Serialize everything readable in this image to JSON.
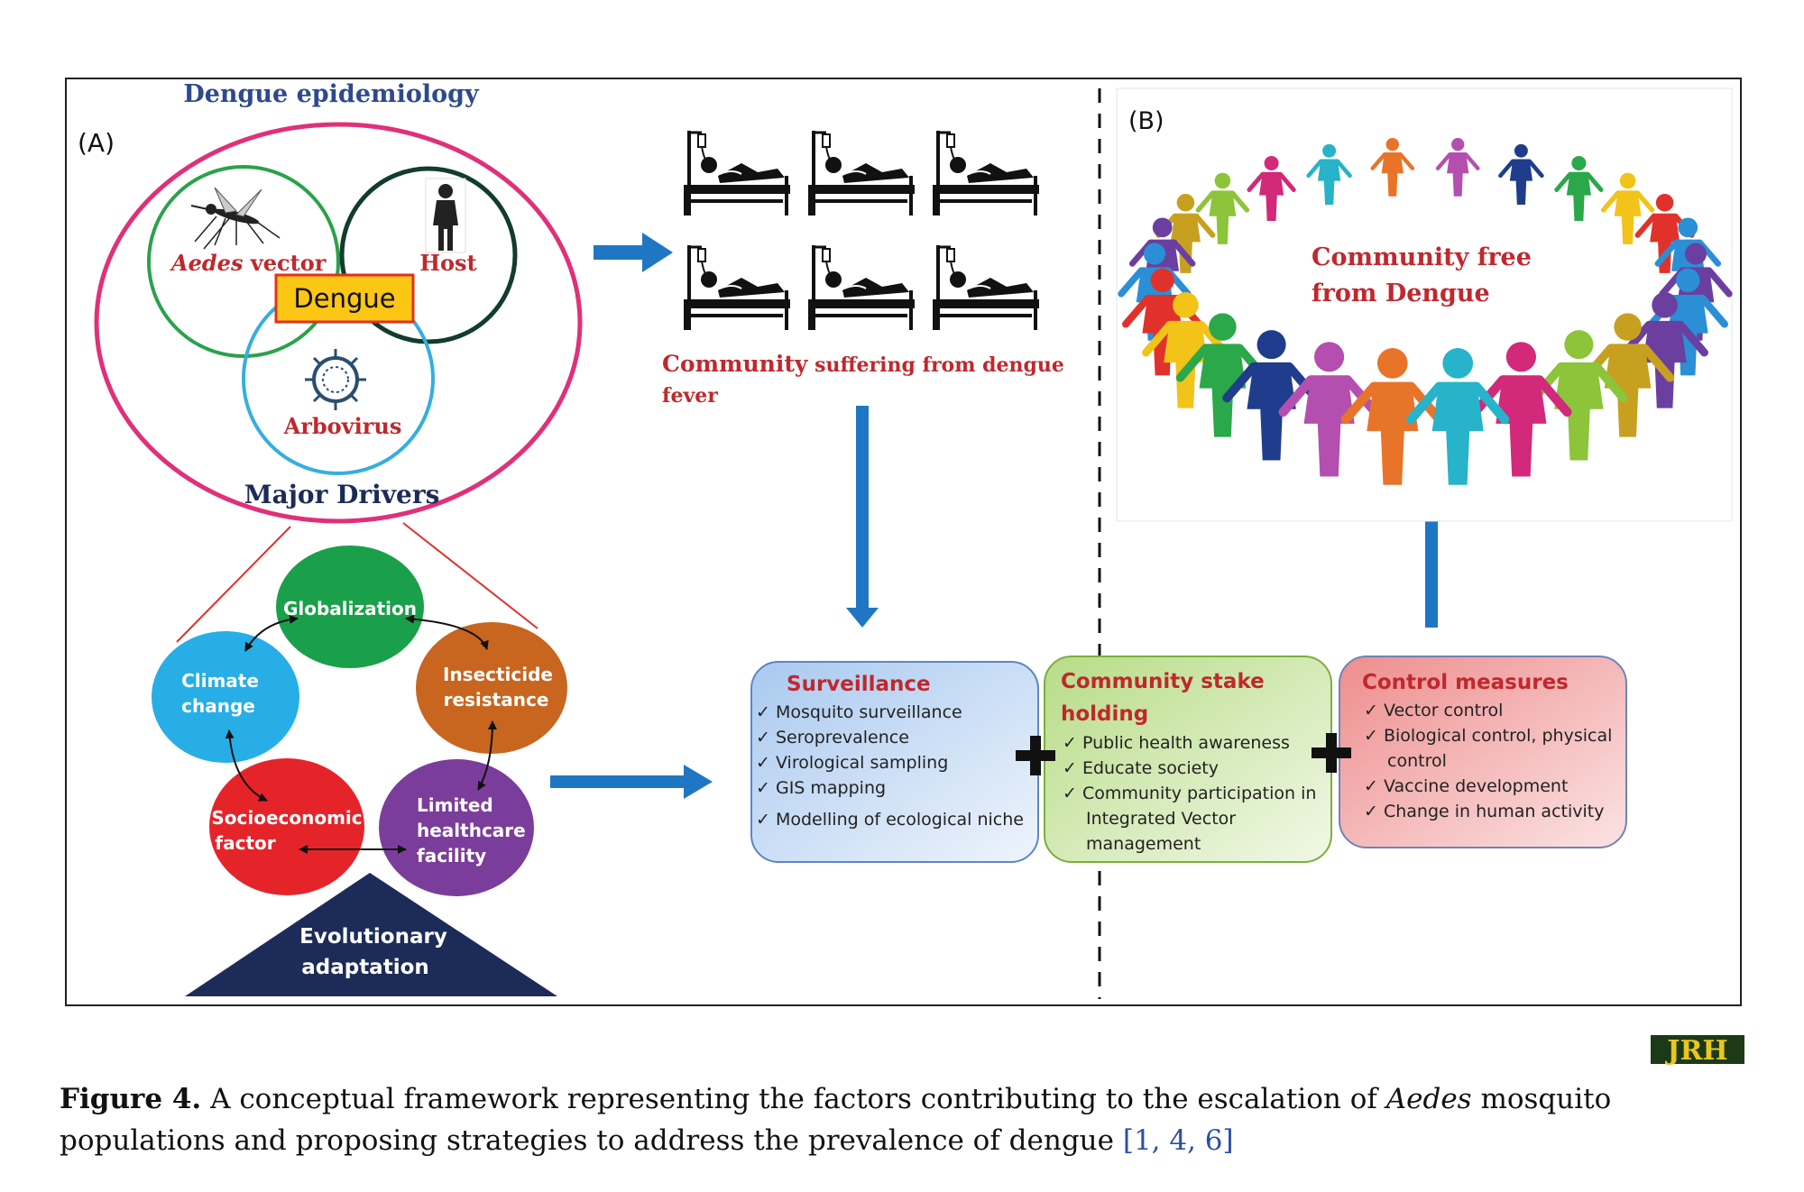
{
  "panel_a": {
    "label": "(A)",
    "epidemiology_title": "Dengue epidemiology",
    "vector_label_italic": "Aedes",
    "vector_label_rest": " vector",
    "host_label": "Host",
    "virus_label": "Arbovirus",
    "center_label": "Dengue",
    "drivers_title": "Major Drivers",
    "drivers": {
      "globalization": "Globalization",
      "climate_1": "Climate",
      "climate_2": "change",
      "insecticide_1": "Insecticide",
      "insecticide_2": "resistance",
      "socio_1": "Socioeconomic",
      "socio_2": "factor",
      "health_1": "Limited",
      "health_2": "healthcare",
      "health_3": "facility"
    },
    "evolution_1": "Evolutionary",
    "evolution_2": "adaptation",
    "suffering_bold": "Community",
    "suffering_rest": " suffering from dengue",
    "suffering_line2": "fever"
  },
  "panel_b": {
    "label": "(B)",
    "free_line1": "Community free",
    "free_line2": "from Dengue"
  },
  "strategies": {
    "surveillance": {
      "title": "Surveillance",
      "items": [
        "Mosquito surveillance",
        "Seroprevalence",
        "Virological sampling",
        "GIS mapping",
        "Modelling of ecological niche"
      ]
    },
    "community": {
      "title_1": "Community stake",
      "title_2": "holding",
      "items": [
        "Public health awareness",
        "Educate society",
        "Community participation in",
        "Integrated Vector",
        "management"
      ]
    },
    "control": {
      "title": "Control measures",
      "items": [
        "Vector control",
        "Biological control, physical",
        "control",
        "Vaccine development",
        "Change in human activity"
      ]
    }
  },
  "logo": "JRH",
  "caption": {
    "label": "Figure 4.",
    "text_1": " A conceptual framework representing the factors contributing to the escalation of ",
    "italic": "Aedes",
    "text_2": " mosquito populations and proposing strategies to address the prevalence of dengue ",
    "refs": "[1, 4, 6]"
  },
  "colors": {
    "title_blue": "#2e4a8c",
    "red_text": "#c0282d",
    "arrow_blue": "#1f77c4",
    "globalization": "#1aa04a",
    "climate": "#27aee6",
    "insecticide": "#c8651f",
    "socio": "#e5242a",
    "health": "#7b3d9b",
    "triangle": "#1c2b57"
  }
}
